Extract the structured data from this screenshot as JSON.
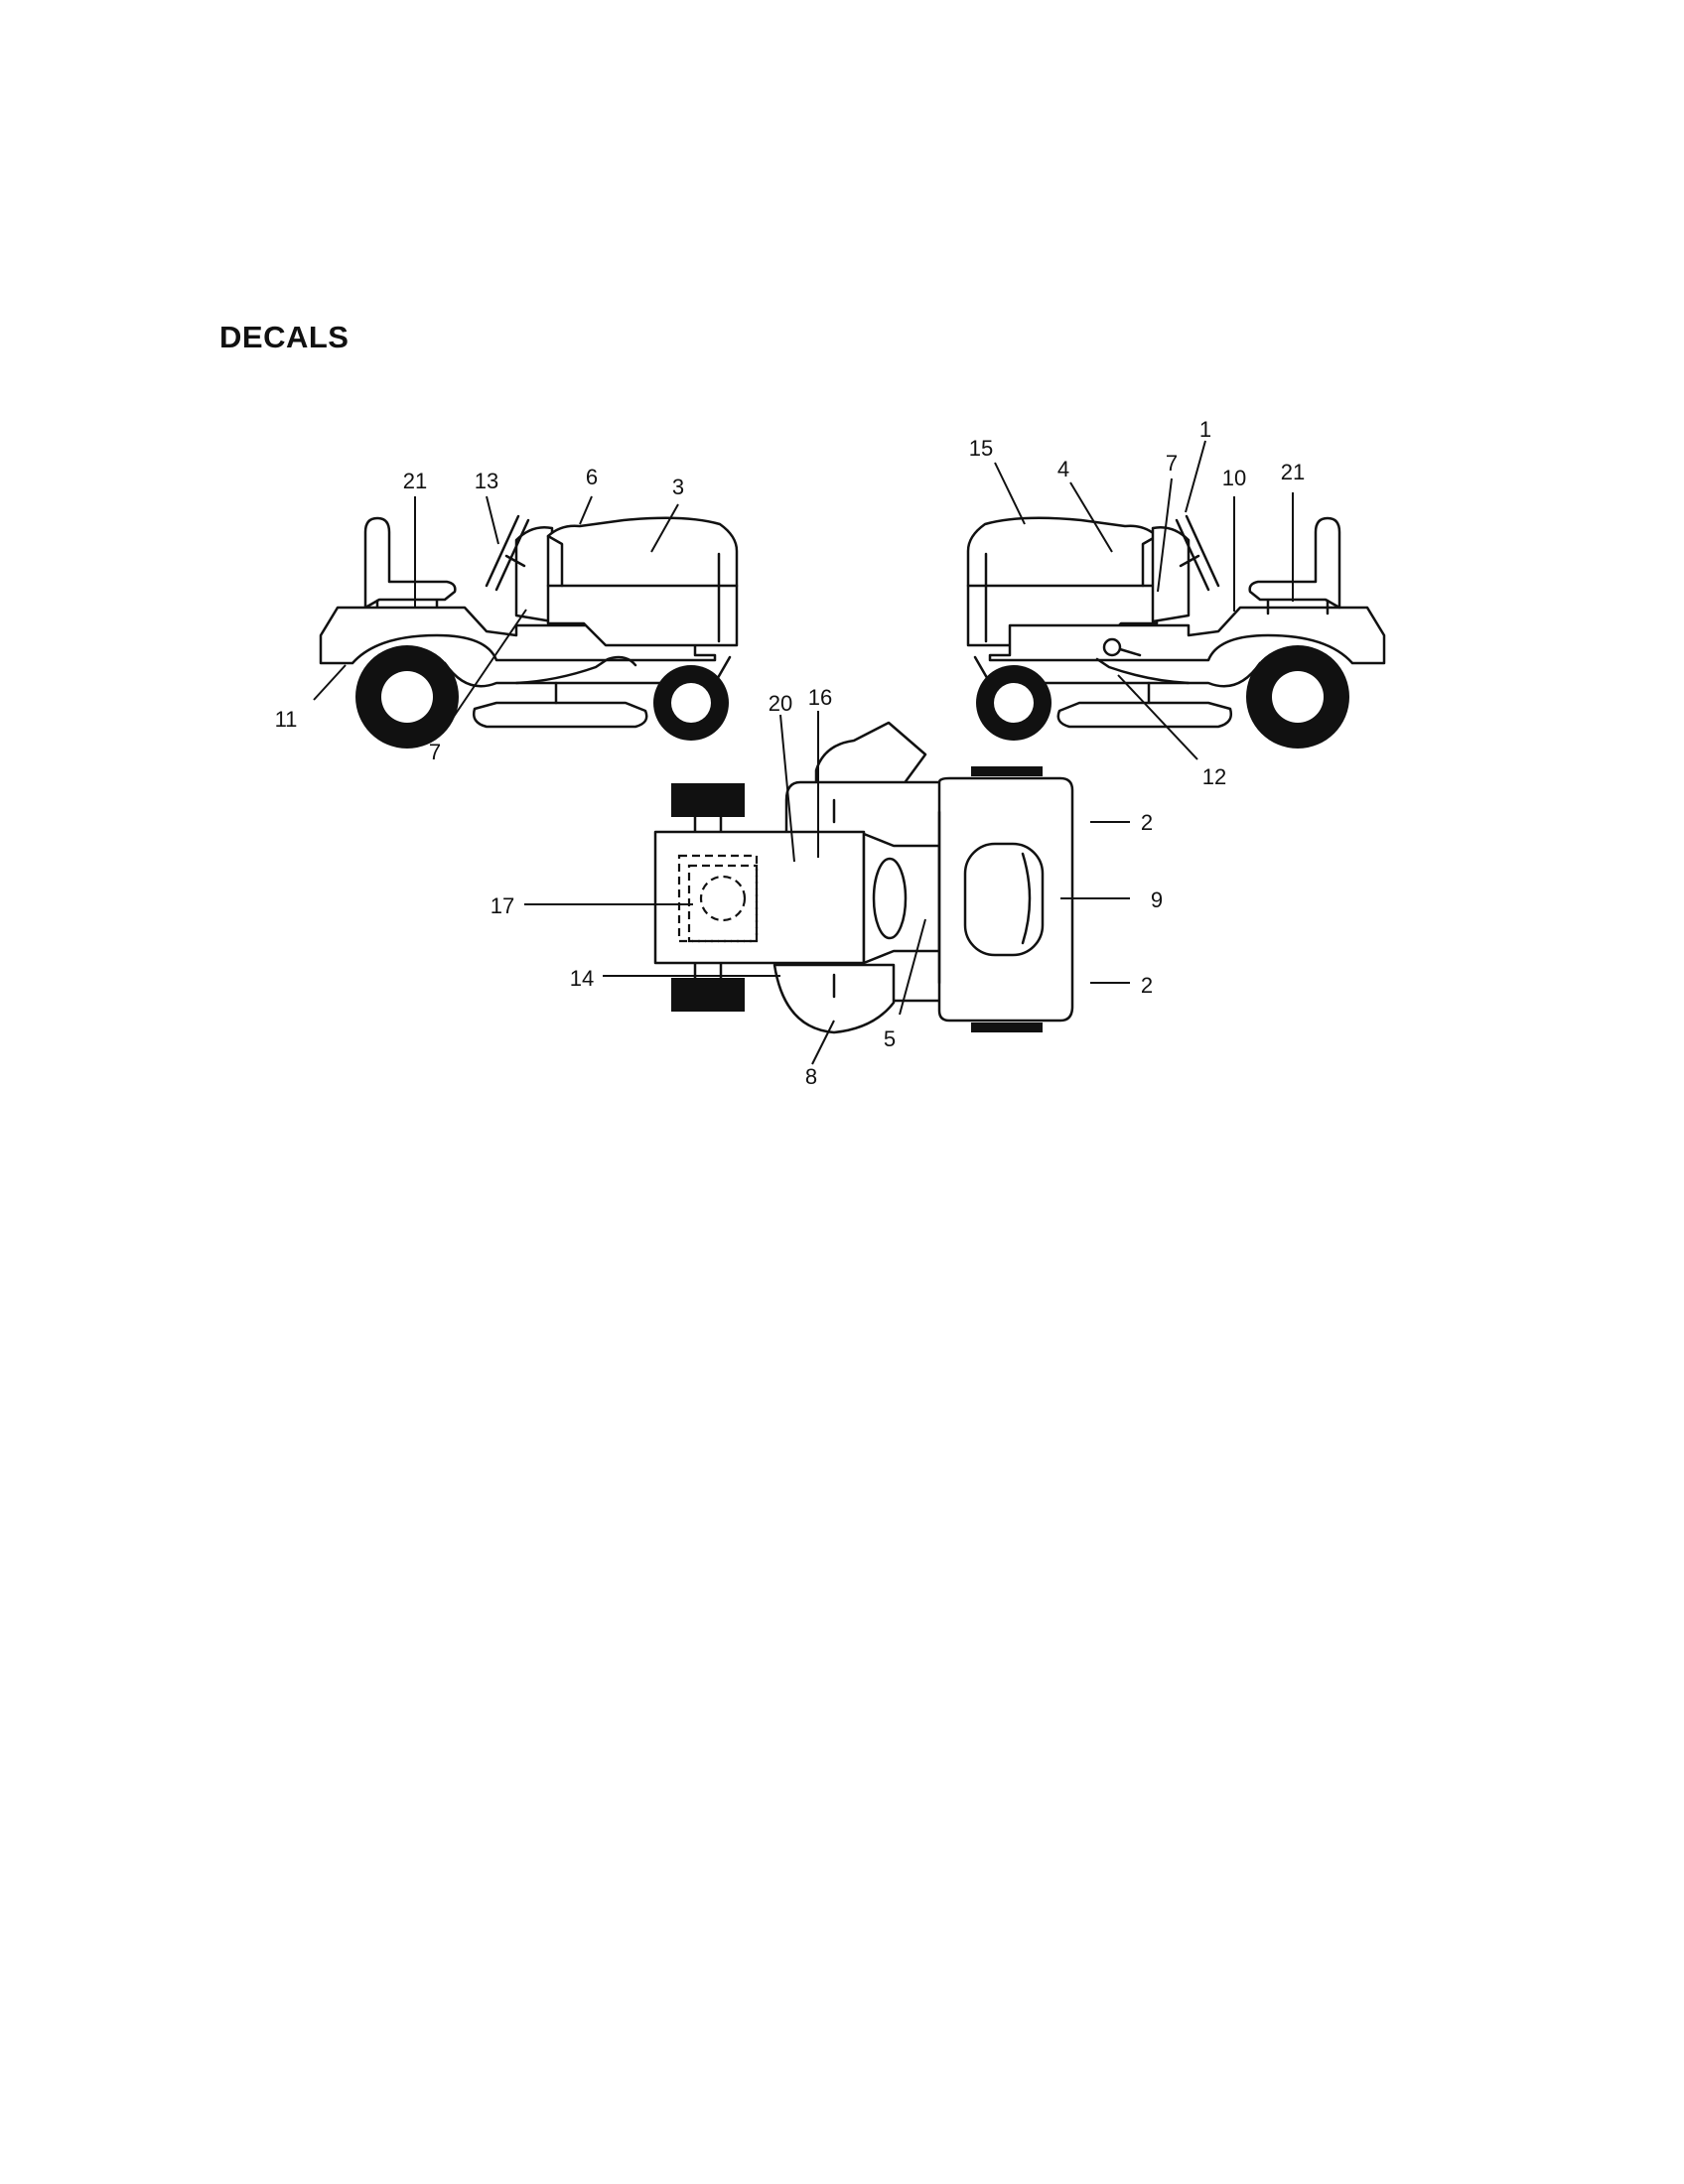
{
  "title": "DECALS",
  "callouts": {
    "left_view": [
      "21",
      "13",
      "6",
      "3",
      "11",
      "7"
    ],
    "right_view": [
      "15",
      "4",
      "7",
      "1",
      "10",
      "21",
      "12"
    ],
    "top_view": [
      "20",
      "16",
      "2",
      "9",
      "17",
      "14",
      "5",
      "8",
      "2"
    ]
  }
}
